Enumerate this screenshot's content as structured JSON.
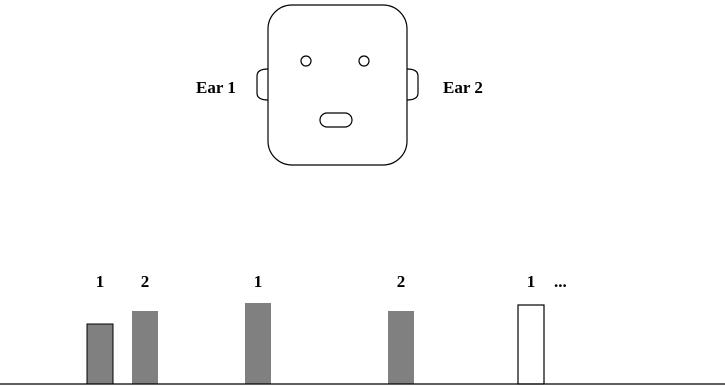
{
  "ears": {
    "left_label": "Ear 1",
    "right_label": "Ear 2"
  },
  "signal": {
    "pulses": [
      {
        "label": "1",
        "style": "filled-dark-edge",
        "level": 0.74
      },
      {
        "label": "2",
        "style": "filled",
        "level": 0.9
      },
      {
        "label": "1",
        "style": "filled",
        "level": 1.0
      },
      {
        "label": "2",
        "style": "filled",
        "level": 0.9
      },
      {
        "label": "1",
        "style": "outline",
        "level": 0.98
      }
    ],
    "continuation": "..."
  },
  "colors": {
    "pulse_fill": "#808080",
    "line": "#000000",
    "background": "#ffffff"
  }
}
